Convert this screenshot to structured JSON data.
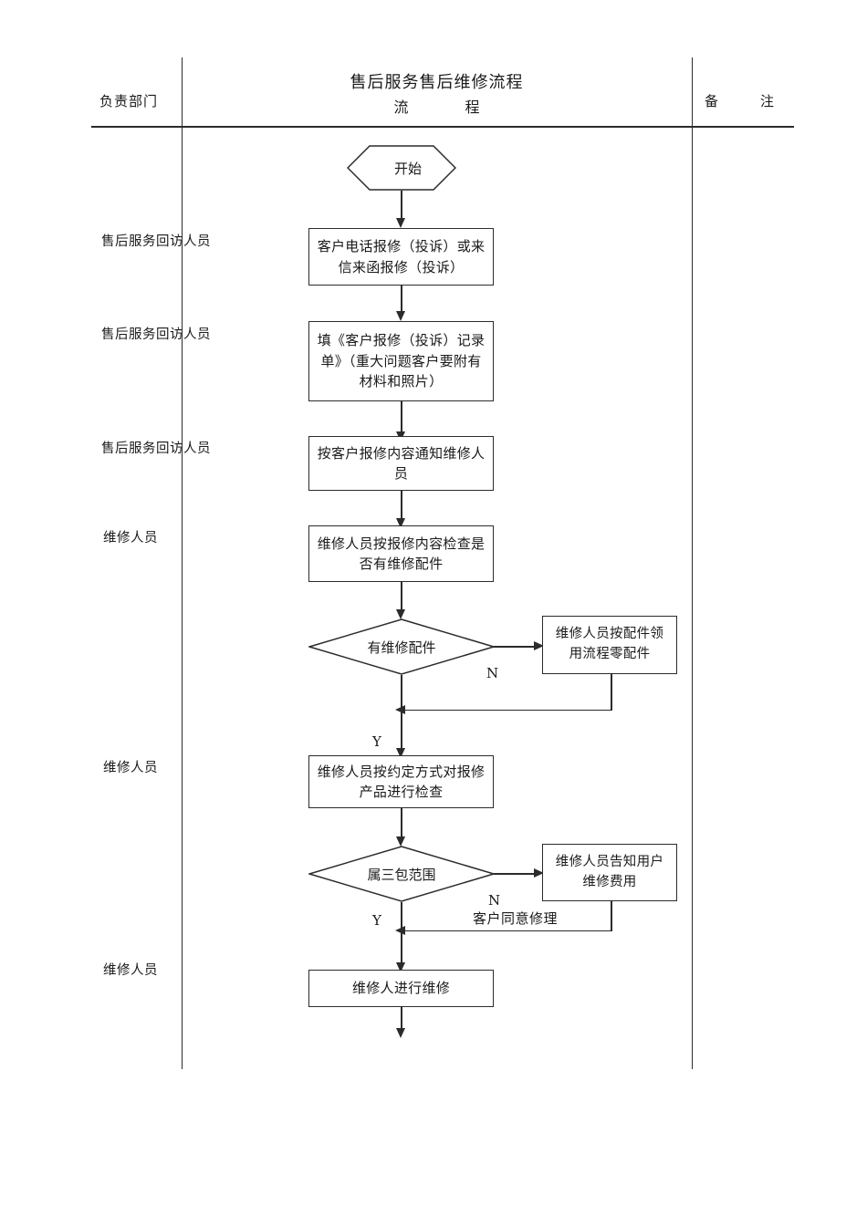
{
  "document": {
    "title": "售后服务售后维修流程",
    "subtitle_left": "流",
    "subtitle_right": "程"
  },
  "table": {
    "columns": {
      "department_header": "负责部门",
      "process_header_line1": "售后服务售后维修流程",
      "process_header_line2_left": "流",
      "process_header_line2_right": "程",
      "remark_header_left": "备",
      "remark_header_right": "注"
    }
  },
  "roles": [
    {
      "id": "role-1",
      "label": "售后服务回访人员"
    },
    {
      "id": "role-2",
      "label": "售后服务回访人员"
    },
    {
      "id": "role-3",
      "label": "售后服务回访人员"
    },
    {
      "id": "role-4",
      "label": "维修人员"
    },
    {
      "id": "role-5",
      "label": "维修人员"
    },
    {
      "id": "role-6",
      "label": "维修人员"
    }
  ],
  "flowchart": {
    "type": "flowchart",
    "nodes": [
      {
        "id": "start",
        "shape": "hexagon",
        "label": "开始"
      },
      {
        "id": "step-1",
        "shape": "process",
        "label": "客户电话报修（投诉）或来信来函报修（投诉）"
      },
      {
        "id": "step-2",
        "shape": "process",
        "label": "填《客户报修（投诉）记录单》（重大问题客户要附有材料和照片）"
      },
      {
        "id": "step-3",
        "shape": "process",
        "label": "按客户报修内容通知维修人员"
      },
      {
        "id": "step-4",
        "shape": "process",
        "label": "维修人员按报修内容检查是否有维修配件"
      },
      {
        "id": "decision-1",
        "shape": "diamond",
        "label": "有维修配件"
      },
      {
        "id": "side-1",
        "shape": "process",
        "label": "维修人员按配件领用流程零配件"
      },
      {
        "id": "step-5",
        "shape": "process",
        "label": "维修人员按约定方式对报修产品进行检查"
      },
      {
        "id": "decision-2",
        "shape": "diamond",
        "label": "属三包范围"
      },
      {
        "id": "side-2",
        "shape": "process",
        "label": "维修人员告知用户维修费用"
      },
      {
        "id": "step-6",
        "shape": "process",
        "label": "维修人进行维修"
      }
    ],
    "edge_labels": {
      "decision1_no": "N",
      "decision1_yes": "Y",
      "decision2_no": "N",
      "decision2_yes": "Y",
      "decision2_return": "客户同意修理"
    }
  },
  "colors": {
    "line": "#2b2b2b",
    "text": "#1a1a1a",
    "background": "#ffffff"
  }
}
